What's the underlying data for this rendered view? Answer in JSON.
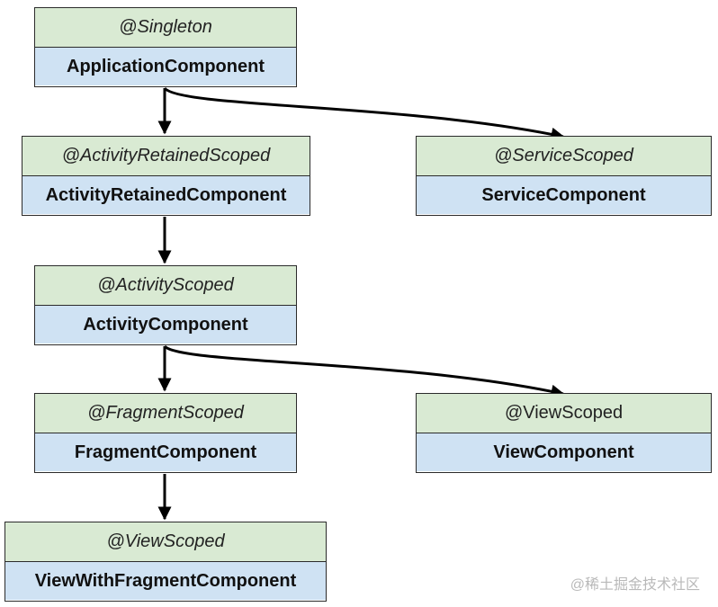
{
  "nodes": {
    "application": {
      "scope": "@Singleton",
      "component": "ApplicationComponent"
    },
    "activity_retained": {
      "scope": "@ActivityRetainedScoped",
      "component": "ActivityRetainedComponent"
    },
    "service": {
      "scope": "@ServiceScoped",
      "component": "ServiceComponent"
    },
    "activity": {
      "scope": "@ActivityScoped",
      "component": "ActivityComponent"
    },
    "fragment": {
      "scope": "@FragmentScoped",
      "component": "FragmentComponent"
    },
    "view": {
      "scope": "@ViewScoped",
      "component": "ViewComponent"
    },
    "view_with_fragment": {
      "scope": "@ViewScoped",
      "component": "ViewWithFragmentComponent"
    }
  },
  "edges": [
    {
      "from": "application",
      "to": "activity_retained"
    },
    {
      "from": "application",
      "to": "service"
    },
    {
      "from": "activity_retained",
      "to": "activity"
    },
    {
      "from": "activity",
      "to": "fragment"
    },
    {
      "from": "activity",
      "to": "view"
    },
    {
      "from": "fragment",
      "to": "view_with_fragment"
    }
  ],
  "watermark": "@稀土掘金技术社区",
  "colors": {
    "scope_fill": "#d9ead3",
    "component_fill": "#cfe2f3",
    "border": "#2b2b2b"
  }
}
